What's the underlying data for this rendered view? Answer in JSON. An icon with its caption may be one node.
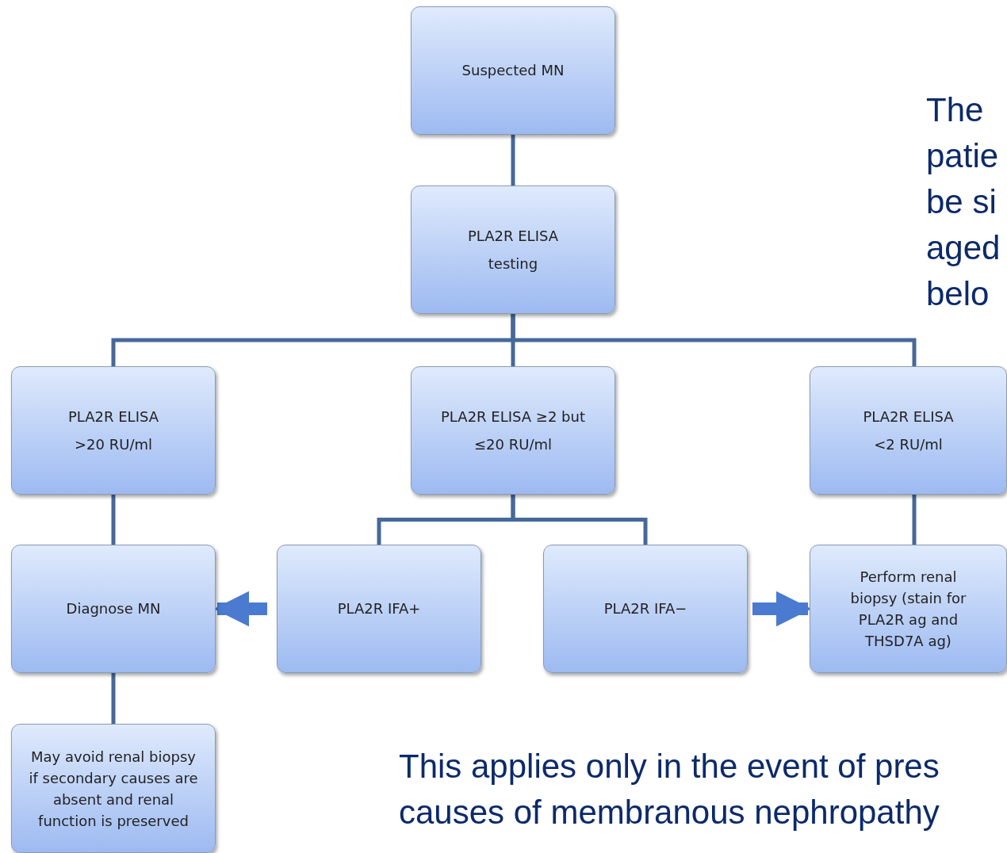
{
  "diagram": {
    "nodes": [
      {
        "text": [
          "Suspected MN"
        ]
      },
      {
        "text": [
          "PLA2R ELISA testing"
        ]
      },
      {
        "text": [
          "PLA2R ELISA >20 RU/ml"
        ]
      },
      {
        "text": [
          "PLA2R ELISA ≥2 but ≤20 RU/ml"
        ]
      },
      {
        "text": [
          "PLA2R ELISA <2 RU/ml"
        ]
      },
      {
        "text": [
          "Diagnose MN"
        ]
      },
      {
        "text": [
          "PLA2R IFA+"
        ]
      },
      {
        "text": [
          "PLA2R IFA−"
        ]
      },
      {
        "text": [
          "Perform renal biopsy (stain for PLA2R ag and THSD7A ag)"
        ]
      },
      {
        "text": [
          "May avoid renal biopsy if secondary causes are absent and renal function is preserved"
        ]
      }
    ],
    "edges": [
      {
        "from": 0,
        "to": 1,
        "arrow": "none"
      },
      {
        "from": 1,
        "to": 2,
        "arrow": "none"
      },
      {
        "from": 1,
        "to": 3,
        "arrow": "none"
      },
      {
        "from": 1,
        "to": 4,
        "arrow": "none"
      },
      {
        "from": 2,
        "to": 5,
        "arrow": "none"
      },
      {
        "from": 3,
        "to": 6,
        "arrow": "none"
      },
      {
        "from": 3,
        "to": 7,
        "arrow": "none"
      },
      {
        "from": 4,
        "to": 8,
        "arrow": "none"
      },
      {
        "from": 6,
        "to": 5,
        "arrow": "to",
        "style": "thick"
      },
      {
        "from": 7,
        "to": 8,
        "arrow": "to",
        "style": "thick"
      },
      {
        "from": 5,
        "to": 9,
        "arrow": "none"
      }
    ],
    "labels": [
      "The",
      "patie",
      "be si",
      "aged",
      "belo",
      "This applies only in the event of pres",
      "causes of membranous nephropathy"
    ]
  }
}
